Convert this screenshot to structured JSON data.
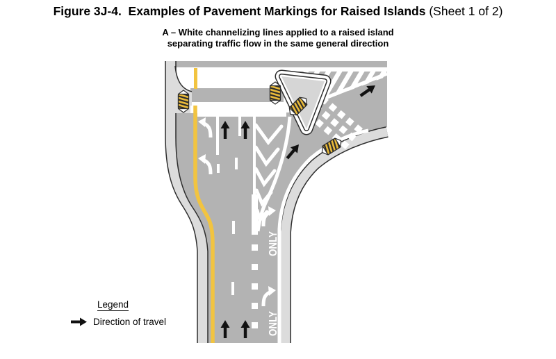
{
  "figure": {
    "title_main": "Figure 3J-4.  Examples of Pavement Markings for Raised Islands",
    "title_suffix": "(Sheet 1 of 2)",
    "subtitle_line1": "A – White channelizing lines applied to a raised island",
    "subtitle_line2": "separating traffic flow in the same general direction"
  },
  "legend": {
    "heading": "Legend",
    "items": [
      {
        "icon": "right-arrow",
        "label": "Direction of travel"
      }
    ]
  },
  "diagram": {
    "lane_marking_text": "ONLY",
    "colors": {
      "road": "#b3b3b3",
      "curb": "#dcdcdc",
      "island": "#d6d6d6",
      "marking_white": "#ffffff",
      "edge_line_yellow": "#f2c440",
      "object_marker_yellow": "#e9ba3a",
      "outline_dark": "#2d2d2d",
      "arrow_black": "#111111"
    },
    "markings": [
      "white-channelizing-lines",
      "chevron-markings",
      "dotted-extension-line",
      "left-turn-arrow",
      "right-turn-arrow",
      "lane-use-only-legend",
      "yellow-edge-line",
      "object-marker"
    ]
  }
}
